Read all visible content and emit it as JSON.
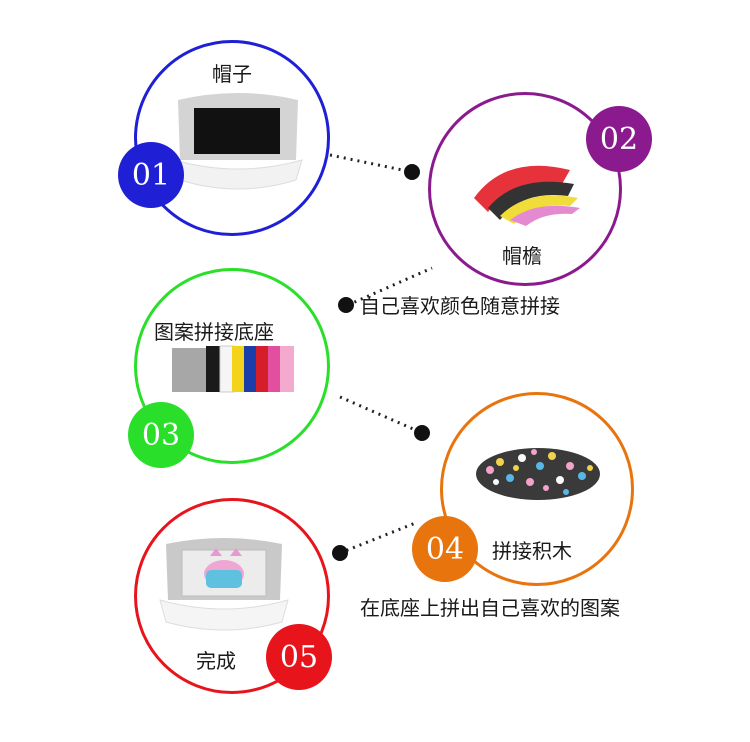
{
  "steps": [
    {
      "number": "01",
      "label": "帽子",
      "color": "#1f1fd6"
    },
    {
      "number": "02",
      "label": "帽檐",
      "caption": "自己喜欢颜色随意拼接",
      "color": "#8a1a8e"
    },
    {
      "number": "03",
      "label": "图案拼接底座",
      "color": "#2adf2a"
    },
    {
      "number": "04",
      "label": "拼接积木",
      "caption": "在底座上拼出自己喜欢的图案",
      "color": "#e8740e"
    },
    {
      "number": "05",
      "label": "完成",
      "color": "#e8141c"
    }
  ]
}
